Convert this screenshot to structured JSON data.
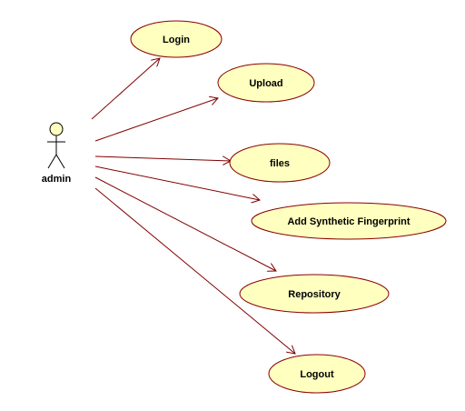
{
  "colors": {
    "usecase_fill": "#FFFFC0",
    "usecase_stroke": "#8B0000",
    "line": "#800000",
    "actor_fill": "#FFFFC0",
    "actor_stroke": "#000000"
  },
  "actor": {
    "label": "admin"
  },
  "use_cases": [
    {
      "id": "login",
      "label": "Login"
    },
    {
      "id": "upload",
      "label": "Upload"
    },
    {
      "id": "files",
      "label": "files"
    },
    {
      "id": "add-synthetic-fingerprint",
      "label": "Add Synthetic Fingerprint"
    },
    {
      "id": "repository",
      "label": "Repository"
    },
    {
      "id": "logout",
      "label": "Logout"
    }
  ]
}
